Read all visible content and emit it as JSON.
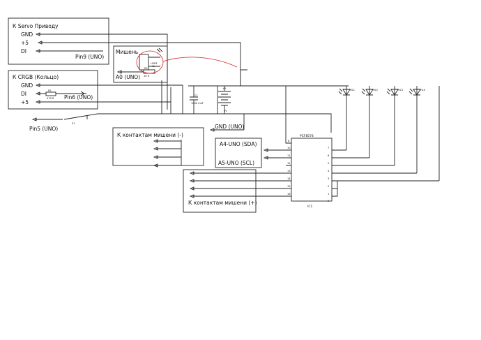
{
  "servo_block": {
    "title": "К Servo Приводу",
    "gnd": "GND",
    "plus5": "+5",
    "di": "DI",
    "pin": "Pin9 (UNO)"
  },
  "target_block": {
    "title": "Мишень",
    "a0": "A0 (UNO)",
    "ldr": "LDR3",
    "ldr_val": "1k",
    "r2": "R2",
    "r2_val": "10 K"
  },
  "crgb_block": {
    "title": "К CRGB (Кольцо)",
    "gnd": "GND",
    "di": "DI",
    "plus5": "+5",
    "r1": "R1",
    "r1_val": "470 R",
    "pin": "Pin6 (UNO)"
  },
  "supply": {
    "plus5": "+5",
    "v5": "5V",
    "cap": "C1",
    "cap_val": "1000 mkF"
  },
  "switch": {
    "name": "S1",
    "pin": "Pin5 (UNO)"
  },
  "gnd_uno": "GND (UNO)",
  "minus_block": {
    "title": "К контактам мишени (-)"
  },
  "plus_block": {
    "title": "К контактам мишени (+)"
  },
  "i2c": {
    "sda": "A4-UNO (SDA)",
    "scl": "A5-UNO (SCL)"
  },
  "ic": {
    "part": "PCF8574",
    "name": "IC1",
    "left_pins": [
      "8",
      "10",
      "11",
      "12",
      "13",
      "14",
      "15",
      "16"
    ],
    "right_pins": [
      "7",
      "6",
      "5",
      "4",
      "3",
      "2",
      "1",
      "9"
    ]
  },
  "leds": [
    "HL1",
    "HL2",
    "HL3",
    "HL4"
  ]
}
